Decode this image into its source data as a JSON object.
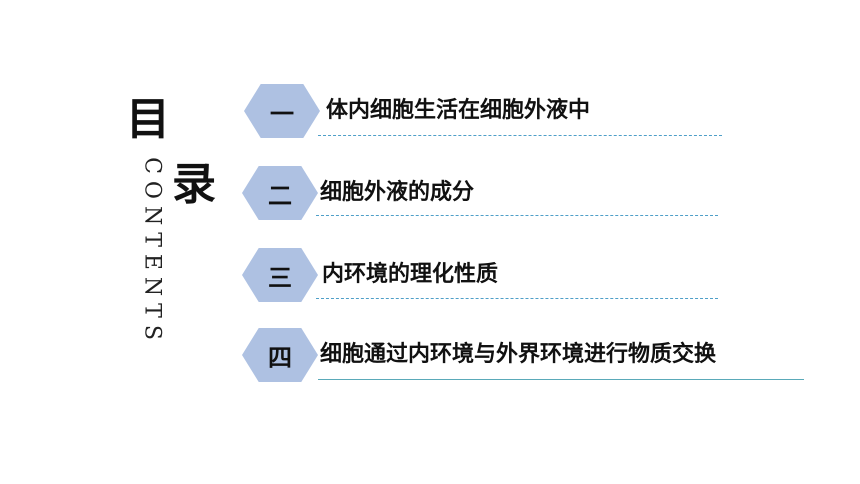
{
  "title": {
    "char1": "目",
    "char2": "录",
    "subtitle": "CONTENTS"
  },
  "colors": {
    "hex_fill": "#aec1e2",
    "underline": "#4f9fc8",
    "underline_last": "#5aaab9"
  },
  "items": [
    {
      "number": "一",
      "label": "体内细胞生活在细胞外液中"
    },
    {
      "number": "二",
      "label": "细胞外液的成分"
    },
    {
      "number": "三",
      "label": "内环境的理化性质"
    },
    {
      "number": "四",
      "label": "细胞通过内环境与外界环境进行物质交换"
    }
  ]
}
